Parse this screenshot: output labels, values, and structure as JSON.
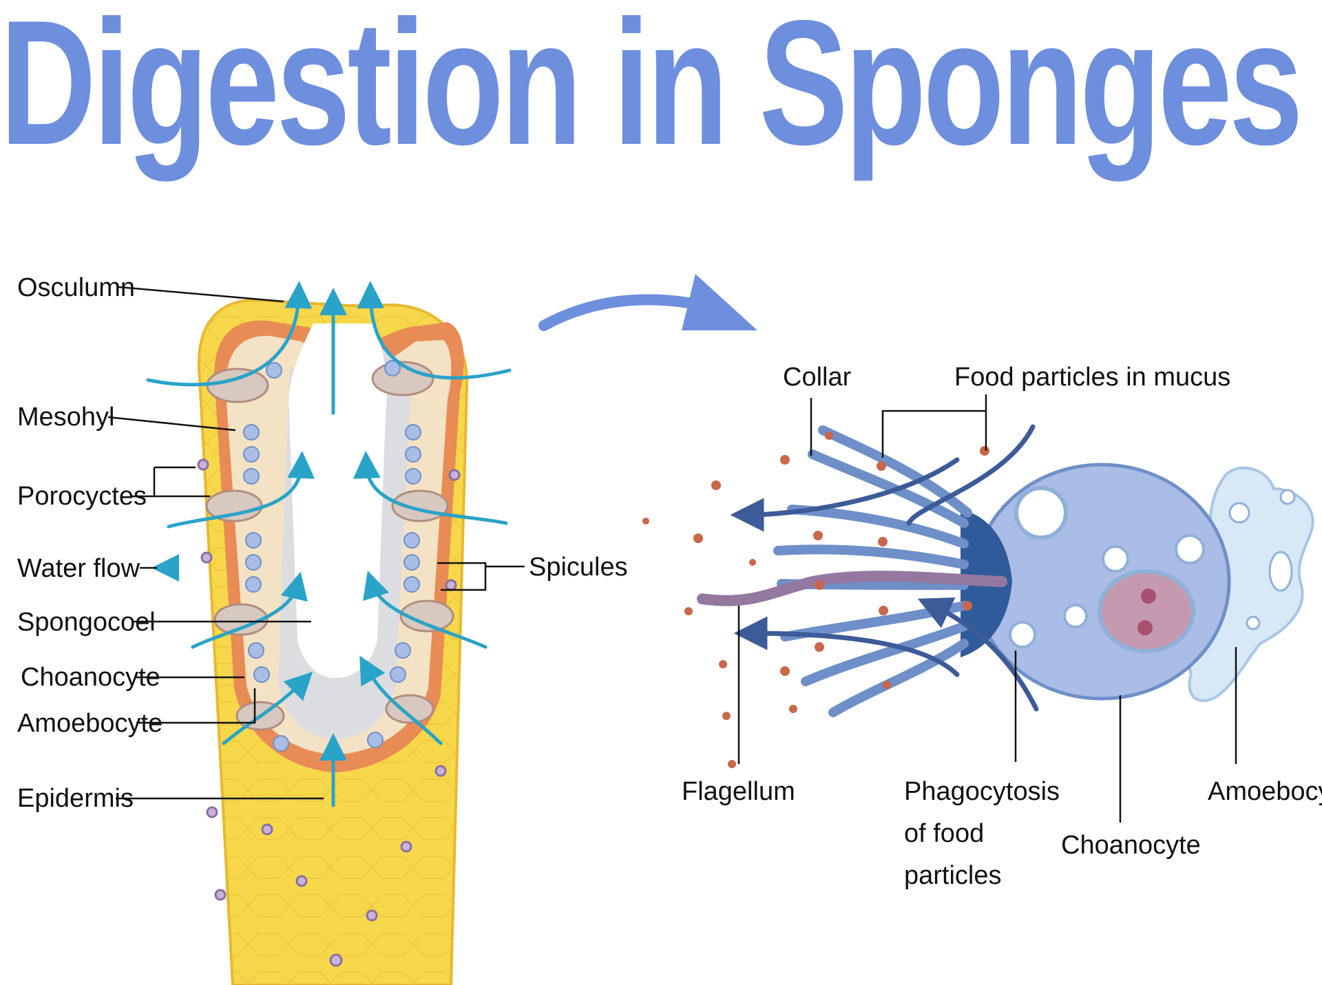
{
  "title": "Digestion in Sponges",
  "colors": {
    "title": "#6E8FDD",
    "arrow_blue": "#6E8FDD",
    "water_arrow": "#2AA3C8",
    "epidermis": "#F6D84A",
    "mesohyl": "#E98B55",
    "spongocoel": "#DCDDE0",
    "choanocyte": "#A9BDE6",
    "food_particle": "#C9674A",
    "flagellum": "#94789F",
    "collar": "#6E8FC8",
    "amoebocyte": "#D8E8F6"
  },
  "sponge_labels": {
    "osculumn": "Osculumn",
    "mesohyl": "Mesohyl",
    "porocyctes": "Porocyctes",
    "water_flow": "Water flow",
    "spongocoel": "Spongocoel",
    "choanocyte": "Choanocyte",
    "amoebocyte": "Amoebocyte",
    "epidermis": "Epidermis",
    "spicules": "Spicules"
  },
  "cell_labels": {
    "collar": "Collar",
    "food_particles": "Food particles in mucus",
    "flagellum": "Flagellum",
    "phagocytosis": [
      "Phagocytosis",
      "of food",
      "particles"
    ],
    "choanocyte": "Choanocyte",
    "amoebocyte": "Amoebocyte"
  }
}
